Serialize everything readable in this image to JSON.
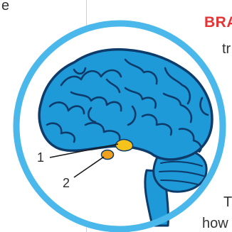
{
  "page": {
    "left_column_fragment": "e",
    "heading_fragment": "BRA",
    "right_column_fragment_1": "tr",
    "right_column_fragment_2": "T",
    "right_column_fragment_3": "how"
  },
  "figure": {
    "callouts": [
      {
        "number": "1"
      },
      {
        "number": "2"
      }
    ]
  },
  "colors": {
    "ring": "#4ab8ea",
    "brain_fill": "#1f9ad9",
    "brain_outline": "#0d3c6b",
    "highlight_1": "#f5c31c",
    "highlight_2": "#f0a21e",
    "heading": "#e63333"
  }
}
